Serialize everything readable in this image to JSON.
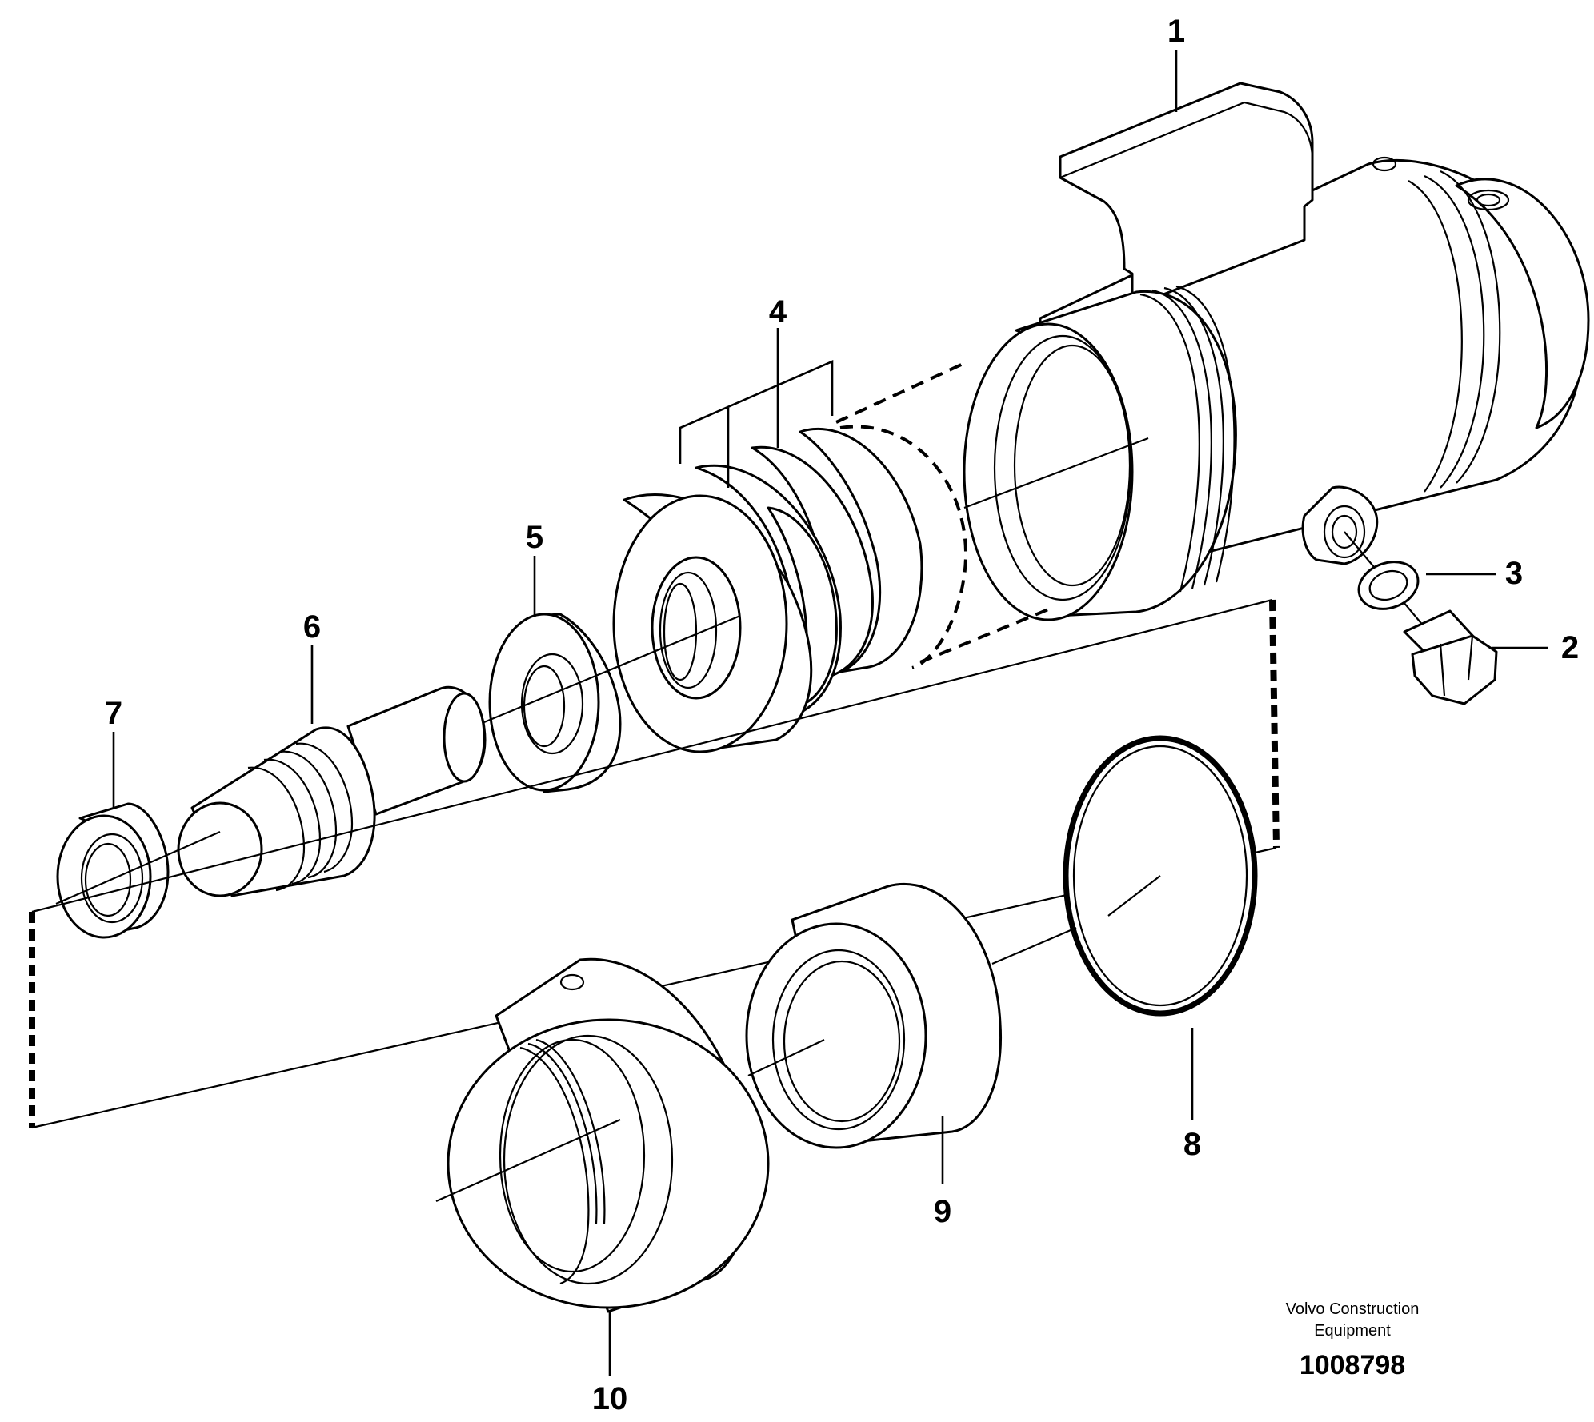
{
  "diagram": {
    "callouts": [
      {
        "id": "c1",
        "label": "1"
      },
      {
        "id": "c2",
        "label": "2"
      },
      {
        "id": "c3",
        "label": "3"
      },
      {
        "id": "c4",
        "label": "4"
      },
      {
        "id": "c5",
        "label": "5"
      },
      {
        "id": "c6",
        "label": "6"
      },
      {
        "id": "c7",
        "label": "7"
      },
      {
        "id": "c8",
        "label": "8"
      },
      {
        "id": "c9",
        "label": "9"
      },
      {
        "id": "c10",
        "label": "10"
      }
    ],
    "footer": {
      "brand_line1": "Volvo Construction",
      "brand_line2": "Equipment",
      "document_number": "1008798"
    }
  }
}
